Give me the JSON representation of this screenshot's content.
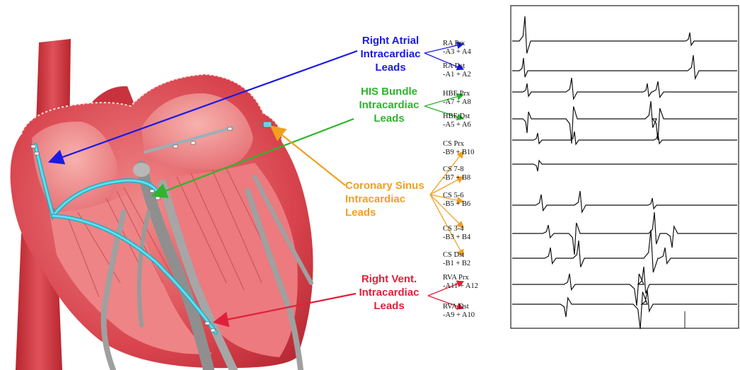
{
  "colors": {
    "atrial": "#1a1ae6",
    "his": "#2db52d",
    "coronary": "#f0a020",
    "ventricular": "#e0203a",
    "heart_wall": "#d9424c",
    "heart_inner": "#f28c8c",
    "lead": "#38c8dc",
    "catheter": "#9a9a9a"
  },
  "labels": {
    "right_atrial": [
      "Right Atrial",
      "Intracardiac",
      "Leads"
    ],
    "his_bundle": [
      "HIS Bundle",
      "Intracardiac",
      "Leads"
    ],
    "coronary_sinus": [
      "Coronary Sinus",
      "Intracardiac",
      "Leads"
    ],
    "right_vent": [
      "Right Vent.",
      "Intracardiac",
      "Leads"
    ]
  },
  "channels": [
    {
      "name": "RA Prx",
      "lead": "-A3 + A4"
    },
    {
      "name": "RA Dst",
      "lead": "-A1 + A2"
    },
    {
      "name": "HBE Prx",
      "lead": "-A7 + A8"
    },
    {
      "name": "HBE Dst",
      "lead": "-A5 + A6"
    },
    {
      "name": "CS Prx",
      "lead": "-B9 + B10"
    },
    {
      "name": "CS 7-8",
      "lead": "-B7 + B8"
    },
    {
      "name": "CS 5-6",
      "lead": "-B5 + B6"
    },
    {
      "name": "CS 3-4",
      "lead": "-B3 + B4"
    },
    {
      "name": "CS Dst",
      "lead": "-B1 + B2"
    },
    {
      "name": "RVA Prx",
      "lead": "-A11 + A12"
    },
    {
      "name": "RVA Dst",
      "lead": "-A9 + A10"
    }
  ],
  "icons": {
    "heart": "heart-anatomy-illustration",
    "ecg": "intracardiac-ecg-tracings"
  }
}
